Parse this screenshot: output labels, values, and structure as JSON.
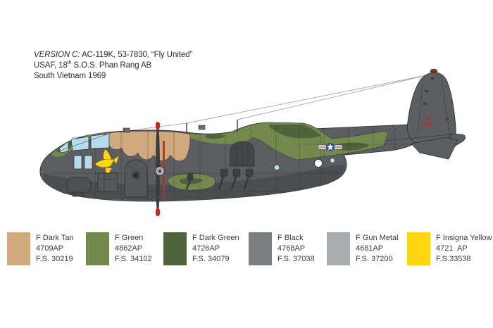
{
  "header": {
    "version_label": "VERSION C:",
    "aircraft_text": "AC-119K, 53-7830, “Fly United”",
    "unit_prefix": "USAF, 18",
    "unit_sup": "th",
    "unit_suffix": " S.O.S. Phan Rang AB",
    "line3": "South Vietnam 1969"
  },
  "aircraft": {
    "tail_serial_line1": "37",
    "tail_serial_line2": "830",
    "insignia": "usaf-star-and-bars",
    "nose_art": "yellow flying bird (Fly United)",
    "prop_warning_stripe": "red vertical stripe at propeller plane"
  },
  "colors": {
    "dark_tan": "#d0a97e",
    "green": "#74894d",
    "dark_green": "#4d6339",
    "black_paint": "#7b7d7f",
    "gun_metal": "#a9abad",
    "insigna_yellow": "#ffd60f",
    "fuselage_gray": "#5b5d60",
    "fuselage_belly": "#484a4d",
    "detail_dark": "#3c3e41",
    "outline": "#2d2e30",
    "window_blue": "#b5dced",
    "insignia_blue": "#31508c",
    "marking_red": "#b03028",
    "prop_stripe_red": "#c22a20",
    "wire_gray": "#a5a5a5"
  },
  "legend": {
    "items": [
      {
        "name": "F Dark Tan",
        "code": "4709AP",
        "fs": "F.S. 30219",
        "color": "dark_tan"
      },
      {
        "name": "F Green",
        "code": "4862AP",
        "fs": "F.S. 34102",
        "color": "green"
      },
      {
        "name": "F Dark Green",
        "code": "4726AP",
        "fs": "F.S. 34079",
        "color": "dark_green"
      },
      {
        "name": "F Black",
        "code": "4768AP",
        "fs": "F.S. 37038",
        "color": "black_paint"
      },
      {
        "name": "F Gun Metal",
        "code": "4681AP",
        "fs": "F.S. 37200",
        "color": "gun_metal"
      },
      {
        "name": "F Insigna Yellow",
        "code": "4721  AP",
        "fs": "F.S.33538",
        "color": "insigna_yellow"
      }
    ]
  }
}
